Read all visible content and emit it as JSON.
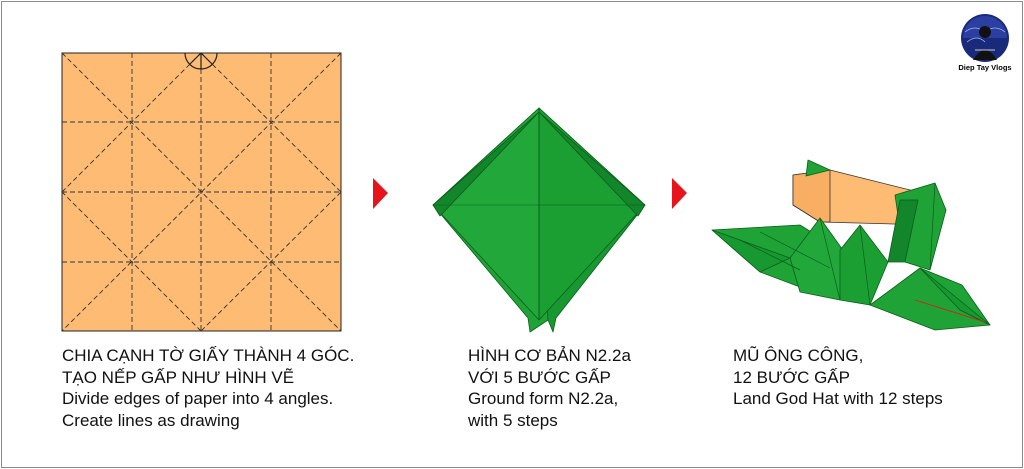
{
  "colors": {
    "paper_orange": "#FDBB74",
    "fold_green": "#1FA336",
    "fold_green_dark": "#0E7A22",
    "arrow_red": "#E8141B",
    "crease_line": "#333333"
  },
  "steps": [
    {
      "lines_vn": [
        "CHIA CẠNH TỜ GIẤY THÀNH 4 GÓC.",
        "TẠO NẾP GẤP NHƯ HÌNH VẼ"
      ],
      "lines_en": [
        "Divide edges of paper into 4 angles.",
        "Create lines as drawing"
      ]
    },
    {
      "lines_vn": [
        "HÌNH CƠ BẢN N2.2a",
        "VỚI 5 BƯỚC GẤP"
      ],
      "lines_en": [
        "Ground form N2.2a,",
        "with 5 steps"
      ]
    },
    {
      "lines_vn": [
        "MŨ ÔNG CÔNG,",
        "12 BƯỚC GẤP"
      ],
      "lines_en": [
        "Land God Hat with 12 steps"
      ]
    }
  ],
  "logo": {
    "label": "Diep Tay Vlogs",
    "icon": "channel-logo-icon"
  },
  "arrows": [
    "arrow-right-icon",
    "arrow-right-icon"
  ]
}
